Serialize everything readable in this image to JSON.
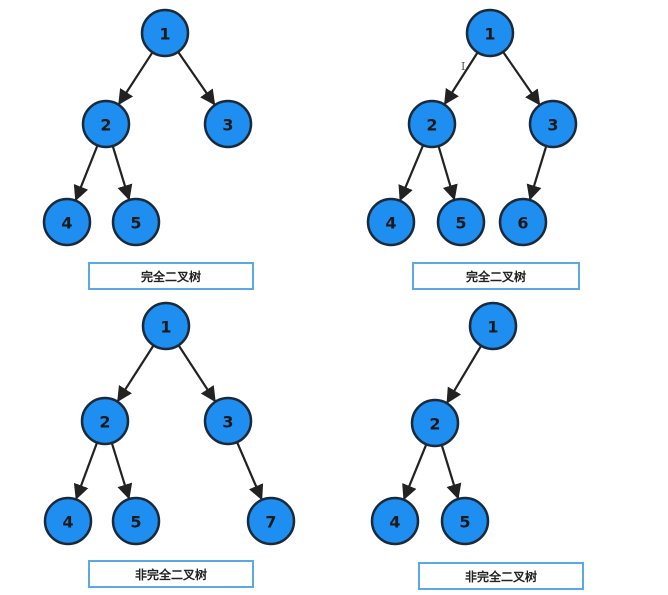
{
  "colors": {
    "node_fill": "#1f8ef1",
    "node_stroke": "#1a2a3a",
    "edge": "#222222",
    "caption_border": "#5aa8e6"
  },
  "cursor_glyph": "I",
  "trees": [
    {
      "caption": "完全二叉树",
      "nodes": [
        {
          "id": "n1",
          "label": "1"
        },
        {
          "id": "n2",
          "label": "2"
        },
        {
          "id": "n3",
          "label": "3"
        },
        {
          "id": "n4",
          "label": "4"
        },
        {
          "id": "n5",
          "label": "5"
        }
      ],
      "edges": [
        [
          "n1",
          "n2"
        ],
        [
          "n1",
          "n3"
        ],
        [
          "n2",
          "n4"
        ],
        [
          "n2",
          "n5"
        ]
      ]
    },
    {
      "caption": "完全二叉树",
      "nodes": [
        {
          "id": "n1",
          "label": "1"
        },
        {
          "id": "n2",
          "label": "2"
        },
        {
          "id": "n3",
          "label": "3"
        },
        {
          "id": "n4",
          "label": "4"
        },
        {
          "id": "n5",
          "label": "5"
        },
        {
          "id": "n6",
          "label": "6"
        }
      ],
      "edges": [
        [
          "n1",
          "n2"
        ],
        [
          "n1",
          "n3"
        ],
        [
          "n2",
          "n4"
        ],
        [
          "n2",
          "n5"
        ],
        [
          "n3",
          "n6"
        ]
      ]
    },
    {
      "caption": "非完全二叉树",
      "nodes": [
        {
          "id": "n1",
          "label": "1"
        },
        {
          "id": "n2",
          "label": "2"
        },
        {
          "id": "n3",
          "label": "3"
        },
        {
          "id": "n4",
          "label": "4"
        },
        {
          "id": "n5",
          "label": "5"
        },
        {
          "id": "n7",
          "label": "7"
        }
      ],
      "edges": [
        [
          "n1",
          "n2"
        ],
        [
          "n1",
          "n3"
        ],
        [
          "n2",
          "n4"
        ],
        [
          "n2",
          "n5"
        ],
        [
          "n3",
          "n7"
        ]
      ]
    },
    {
      "caption": "非完全二叉树",
      "nodes": [
        {
          "id": "n1",
          "label": "1"
        },
        {
          "id": "n2",
          "label": "2"
        },
        {
          "id": "n4",
          "label": "4"
        },
        {
          "id": "n5",
          "label": "5"
        }
      ],
      "edges": [
        [
          "n1",
          "n2"
        ],
        [
          "n2",
          "n4"
        ],
        [
          "n2",
          "n5"
        ]
      ]
    }
  ]
}
